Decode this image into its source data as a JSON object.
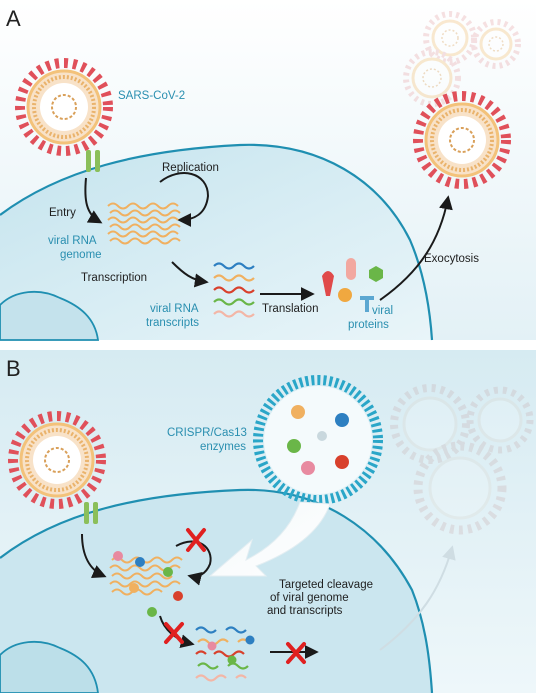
{
  "panel_a": {
    "letter": "A",
    "virus_label": "SARS-CoV-2",
    "replication": "Replication",
    "entry": "Entry",
    "viral_rna_genome_1": "viral RNA",
    "viral_rna_genome_2": "genome",
    "transcription": "Transcription",
    "viral_rna_transcripts_1": "viral RNA",
    "viral_rna_transcripts_2": "transcripts",
    "translation": "Translation",
    "viral_proteins_1": "viral",
    "viral_proteins_2": "proteins",
    "exocytosis": "Exocytosis"
  },
  "panel_b": {
    "letter": "B",
    "crispr_1": "CRISPR/Cas13",
    "crispr_2": "enzymes",
    "cleavage_1": "Targeted cleavage",
    "cleavage_2": "of viral genome",
    "cleavage_3": "and transcripts"
  },
  "colors": {
    "cell_blue": "#d6ecf3",
    "membrane": "#1f8fb1",
    "virus_spike": "#e0505a",
    "virus_shell": "#f3c27a",
    "rna_orange": "#f0b060",
    "cross_red": "#e02020"
  }
}
